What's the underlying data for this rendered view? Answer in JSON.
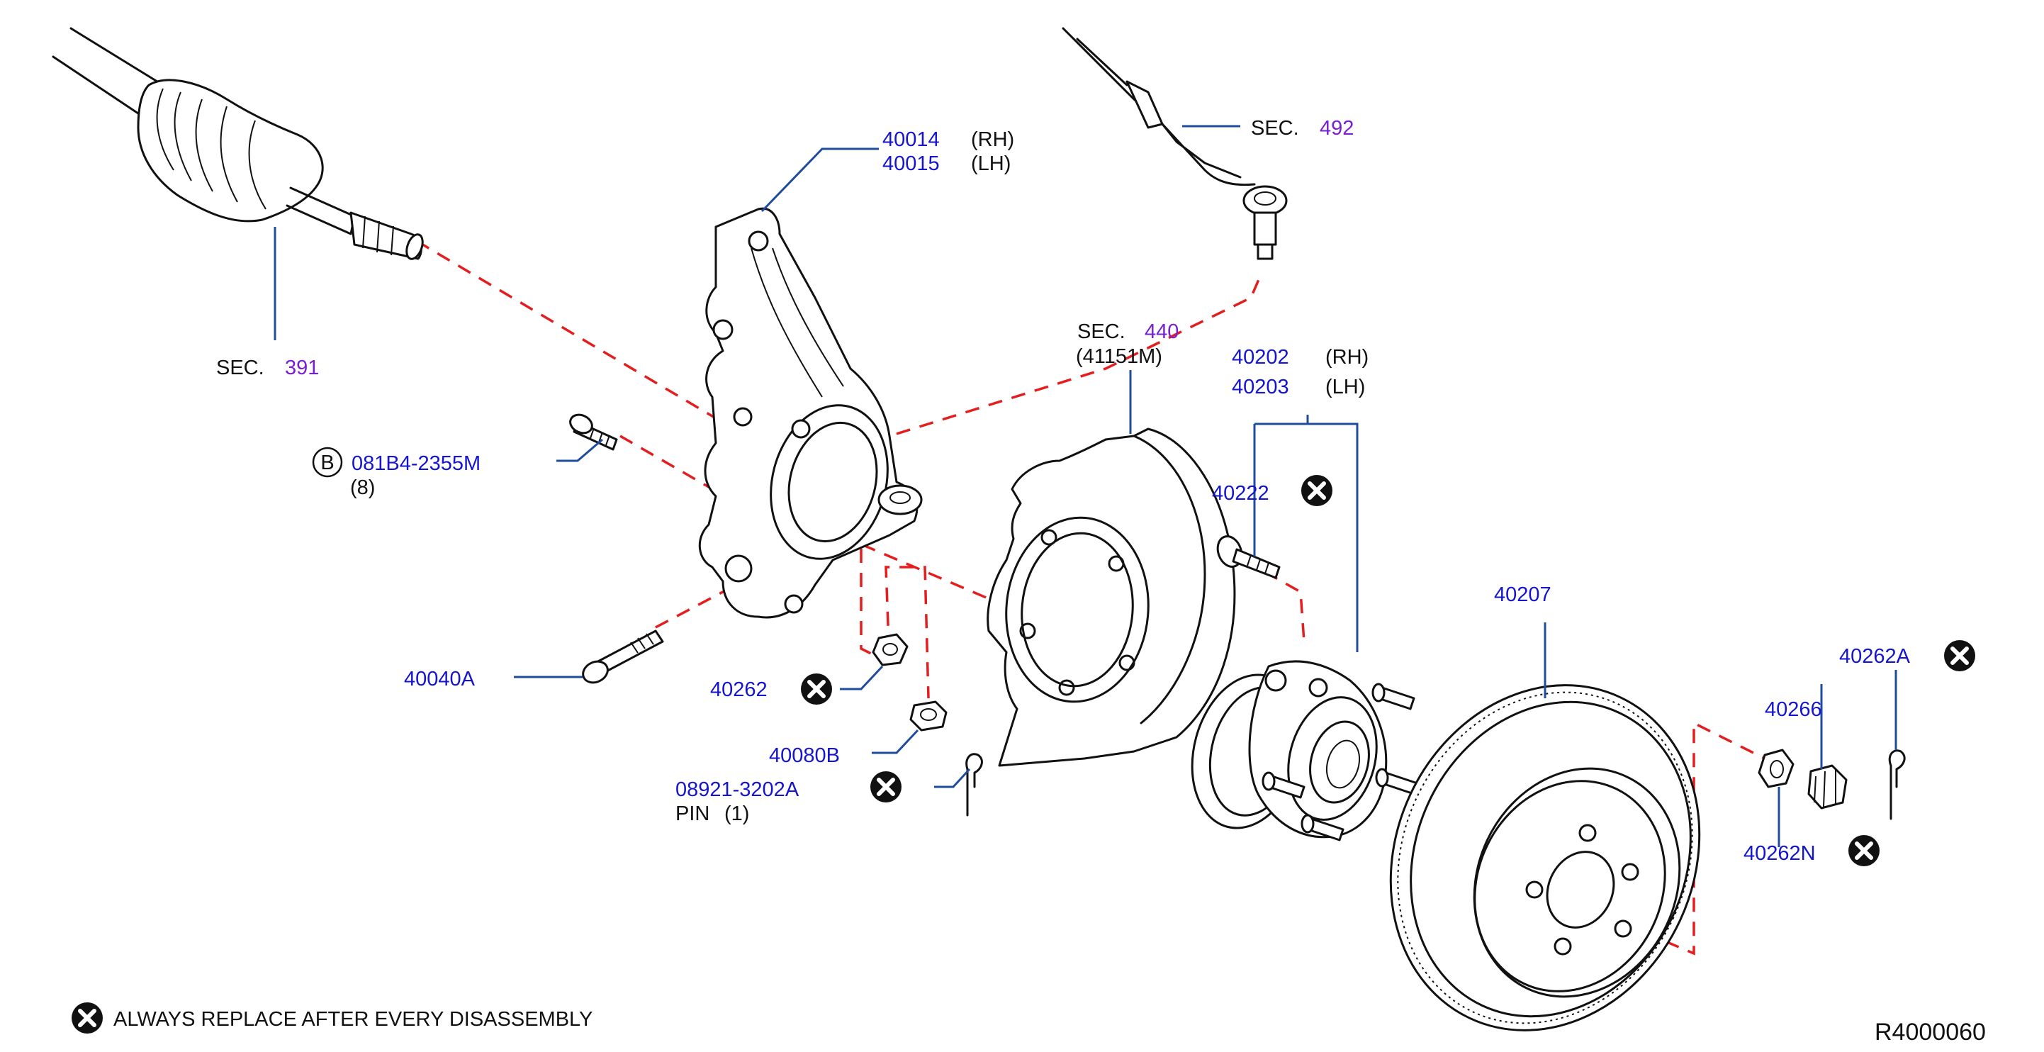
{
  "labels": {
    "sec_391_prefix": "SEC.",
    "sec_391_num": "391",
    "sec_492_prefix": "SEC.",
    "sec_492_num": "492",
    "sec_440_prefix": "SEC.",
    "sec_440_num": "440",
    "sec_440_sub": "(41151M)",
    "knuckle_rh_part": "40014",
    "knuckle_rh_side": "(RH)",
    "knuckle_lh_part": "40015",
    "knuckle_lh_side": "(LH)",
    "hub_rh_part": "40202",
    "hub_rh_side": "(RH)",
    "hub_lh_part": "40203",
    "hub_lh_side": "(LH)",
    "bolt_b_letter": "B",
    "bolt_b_part": "081B4-2355M",
    "bolt_b_qty": "(8)",
    "bolt_40222": "40222",
    "bolt_40040a": "40040A",
    "nut_40262": "40262",
    "nut_40080b": "40080B",
    "pin_part": "08921-3202A",
    "pin_desc": "PIN",
    "pin_qty": "(1)",
    "rotor_40207": "40207",
    "pin_40262a": "40262A",
    "washer_40266": "40266",
    "nut_40262n": "40262N",
    "legend_text": "ALWAYS   REPLACE   AFTER   EVERY   DISASSEMBLY",
    "figure_code": "R4000060"
  },
  "colors": {
    "part_number": "#1515d0",
    "section_number": "#7a1fd0",
    "leader_line": "#1f4c9e",
    "center_line": "#e41e1e",
    "line_art": "#111111"
  },
  "icons": {
    "replace_marker": "circle-x-icon",
    "bolt_marker": "circled-b-icon"
  }
}
